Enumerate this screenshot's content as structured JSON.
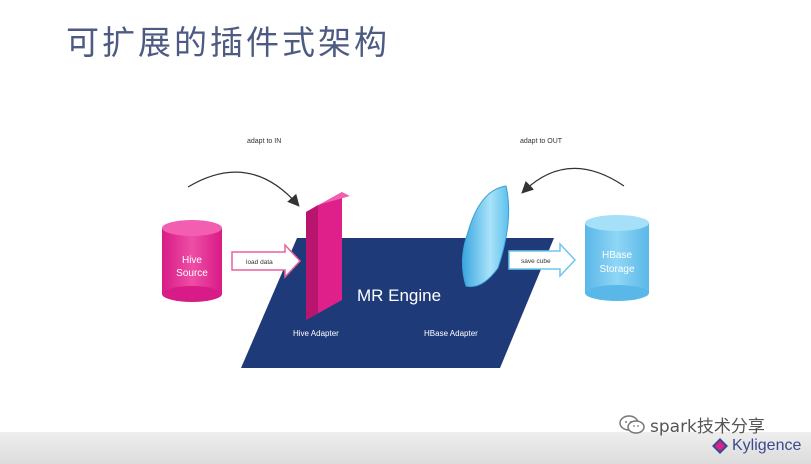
{
  "title": "可扩展的插件式架构",
  "diagram": {
    "engine_label": "MR Engine",
    "source": {
      "line1": "Hive",
      "line2": "Source"
    },
    "storage": {
      "line1": "HBase",
      "line2": "Storage"
    },
    "input_arrow_label": "load data",
    "output_arrow_label": "save cube",
    "input_adapter_label": "Hive Adapter",
    "output_adapter_label": "HBase Adapter",
    "adapt_in_label": "adapt to IN",
    "adapt_out_label": "adapt to OUT",
    "colors": {
      "engine": "#1f3a78",
      "hive": "#e0208a",
      "hbase": "#6fc7ef",
      "arrow": "#e8609e"
    }
  },
  "watermark": {
    "text": "spark技术分享",
    "icon": "wechat-icon"
  },
  "brand": {
    "name": "Kyligence",
    "icon": "kyligence-logo-icon"
  }
}
